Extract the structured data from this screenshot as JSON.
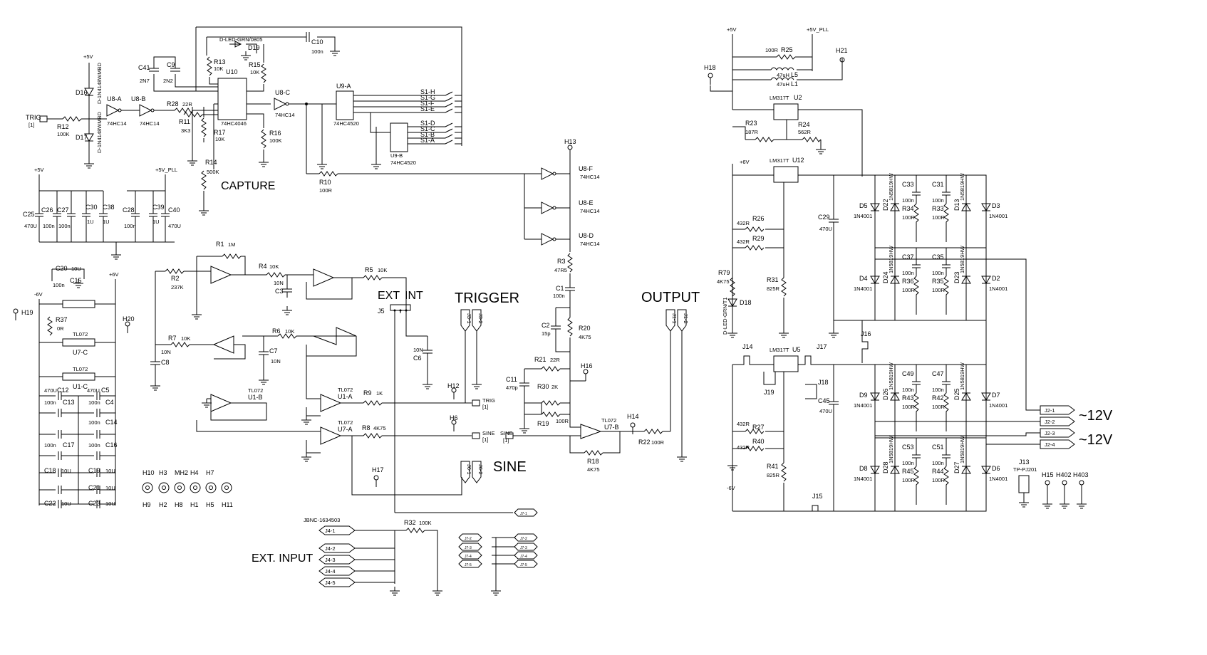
{
  "section_labels": {
    "capture": "CAPTURE",
    "trigger": "TRIGGER",
    "output": "OUTPUT",
    "sine": "SINE",
    "ext_input": "EXT. INPUT",
    "ext": "EXT",
    "int": "INT",
    "ac_1": "~12V",
    "ac_2": "~12V"
  },
  "rails": {
    "p5v": "+5V",
    "p5v_pll": "+5V_PLL",
    "p6v": "+6V",
    "m6v": "-6V"
  },
  "ics": {
    "u10": "U10",
    "u10_part": "74HC4046",
    "u9a": "U9-A",
    "u9b": "U9-B",
    "u9_part": "74HC4520",
    "u8a": "U8-A",
    "u8b": "U8-B",
    "u8c": "U8-C",
    "u8d": "U8-D",
    "u8e": "U8-E",
    "u8f": "U8-F",
    "u8_part": "74HC14",
    "u7a": "U7-A",
    "u7b": "U7-B",
    "u7c": "U7-C",
    "u1a": "U1-A",
    "u1b": "U1-B",
    "u1c": "U1-C",
    "u7_part": "TL072",
    "u2": "U2",
    "u5": "U5",
    "u12": "U12",
    "reg_part": "LM317T"
  },
  "components": {
    "d16": "D16",
    "d17": "D17",
    "d_part": "D-1N4148WMBD",
    "d19": "D19",
    "d19_part": "D-LED-GRN/0805",
    "d18": "D18",
    "d18_part": "D-LED-GRN/T1",
    "r12": "R12",
    "r12v": "100K",
    "r28": "R28",
    "r28v": "22R",
    "r11": "R11",
    "r11v": "3K3",
    "r13": "R13",
    "r13v": "10K",
    "r15": "R15",
    "r15v": "10K",
    "r17": "R17",
    "r17v": "10K",
    "r16": "R16",
    "r16v": "100K",
    "r14": "R14",
    "r14v": "500K",
    "r10": "R10",
    "r10v": "100R",
    "c41": "C41",
    "c41v": "2N7",
    "c9": "C9",
    "c9v": "2N2",
    "c10": "C10",
    "c10v": "100n",
    "r1": "R1",
    "r1v": "1M",
    "r2": "R2",
    "r2v": "237K",
    "r4": "R4",
    "r4v": "10K",
    "r5": "R5",
    "r5v": "10K",
    "c3": "C3",
    "c3v": "10N",
    "r6": "R6",
    "r6v": "10K",
    "r7": "R7",
    "r7v": "10K",
    "c7": "C7",
    "c7v": "10N",
    "c8": "C8",
    "c8v": "10N",
    "c6": "C6",
    "c6v": "10N",
    "r9": "R9",
    "r9v": "1K",
    "r8": "R8",
    "r8v": "4K75",
    "r3": "R3",
    "r3v": "47R5",
    "c1": "C1",
    "c1v": "100n",
    "c2": "C2",
    "c2v": "15p",
    "r20": "R20",
    "r20v": "4K75",
    "r21": "R21",
    "r21v": "22R",
    "c11": "C11",
    "c11v": "470p",
    "r30": "R30",
    "r30v": "2K",
    "r19": "R19",
    "r19v": "100R",
    "r18": "R18",
    "r18v": "4K75",
    "r22": "R22",
    "r22v": "100R",
    "r32": "R32",
    "r32v": "100K",
    "r37": "R37",
    "r37v": "0R",
    "c20": "C20",
    "c20v": "10U",
    "c15": "C15",
    "c15v": "100n",
    "c25": "C25",
    "c25v": "470U",
    "c26": "C26",
    "c26v": "100n",
    "c27": "C27",
    "c27v": "100n",
    "c30": "C30",
    "c30v": "1U",
    "c38": "C38",
    "c38v": "1U",
    "c28": "C28",
    "c28v": "100n",
    "c39": "C39",
    "c39v": "1U",
    "c40": "C40",
    "c40v": "470U",
    "c12": "C12",
    "c12v": "470U",
    "c13": "C13",
    "c13v": "100n",
    "c5": "C5",
    "c5v": "470U",
    "c4": "C4",
    "c4v": "100n",
    "c14": "C14",
    "c14v": "100n",
    "c16": "C16",
    "c16v": "100n",
    "c17": "C17",
    "c17v": "100n",
    "c18": "C18",
    "c18v": "10U",
    "c19": "C19",
    "c19v": "10U",
    "c21": "C21",
    "c21v": "10U",
    "c22": "C22",
    "c22v": "10U",
    "c23": "C23",
    "c23v": "10U",
    "r25": "R25",
    "r25v": "100R",
    "l5": "L5",
    "l5v": "47uH",
    "l1": "L1",
    "l1v": "47uH",
    "r23": "R23",
    "r23v": "187R",
    "r24": "R24",
    "r24v": "562R",
    "r26": "R26",
    "r26v": "432R",
    "r29": "R29",
    "r29v": "432R",
    "r31": "R31",
    "r31v": "825R",
    "r79": "R79",
    "r79v": "4K75",
    "c29": "C29",
    "c29v": "470U",
    "r27": "R27",
    "r27v": "432R",
    "r40": "R40",
    "r40v": "432R",
    "r41": "R41",
    "r41v": "825R",
    "c45": "C45",
    "c45v": "470U",
    "d5": "D5",
    "d4": "D4",
    "d3": "D3",
    "d2": "D2",
    "d9": "D9",
    "d8": "D8",
    "d7": "D7",
    "d6": "D6",
    "rect_part": "1N4001",
    "d22": "D22",
    "d24": "D24",
    "d13": "D13",
    "d23": "D23",
    "d26": "D26",
    "d28": "D28",
    "d25": "D25",
    "d27": "D27",
    "sch_part": "1N5819HW",
    "r34": "R34",
    "r36": "R36",
    "r33": "R33",
    "r35": "R35",
    "r43": "R43",
    "r45": "R45",
    "r42": "R42",
    "r44": "R44",
    "r100": "100R",
    "c33": "C33",
    "c37": "C37",
    "c31": "C31",
    "c35": "C35",
    "c49": "C49",
    "c53": "C53",
    "c47": "C47",
    "c51": "C51",
    "c100n": "100n"
  },
  "connectors": {
    "trig_in": "TRIG",
    "trig_in_pin": "[1]",
    "trig_out": "TRIG",
    "trig_out_pin": "[1]",
    "sine_out": "SINE",
    "sine_out_pin": "[1]",
    "sine_in": "SINE",
    "sine_in_pin": "[1]",
    "j5": "J5",
    "j4_part": "JBNC-1634503",
    "j3_1": "J3-1",
    "j3_2": "J3-2",
    "j6_1": "J6-1",
    "j6_2": "J6-2",
    "j1_1": "J1-1",
    "j1_2": "J1-2",
    "j4_1": "J4-1",
    "j4_2": "J4-2",
    "j4_3": "J4-3",
    "j4_4": "J4-4",
    "j4_5": "J4-5",
    "j7_1": "J7-1",
    "j7_2": "J7-2",
    "j7_3": "J7-3",
    "j7_4": "J7-4",
    "j7_5": "J7-5",
    "j2_1": "J2-1",
    "j2_2": "J2-2",
    "j2_3": "J2-3",
    "j2_4": "J2-4",
    "j13": "J13",
    "j13_part": "TP-PJ201",
    "j14": "J14",
    "j15": "J15",
    "j16": "J16",
    "j17": "J17",
    "j18": "J18",
    "j19": "J19",
    "s1": [
      "S1-H",
      "S1-G",
      "S1-F",
      "S1-E",
      "S1-D",
      "S1-C",
      "S1-B",
      "S1-A"
    ]
  },
  "testpoints": {
    "h6": "H6",
    "h12": "H12",
    "h13": "H13",
    "h14": "H14",
    "h16": "H16",
    "h17": "H17",
    "h18": "H18",
    "h19": "H19",
    "h20": "H20",
    "h21": "H21",
    "h15": "H15",
    "h402": "H402",
    "h403": "H403",
    "mount_top": [
      "H10",
      "H3",
      "MH2",
      "H4",
      "H7"
    ],
    "mount_bot": [
      "H9",
      "H2",
      "H8",
      "H1",
      "H5",
      "H11"
    ]
  }
}
